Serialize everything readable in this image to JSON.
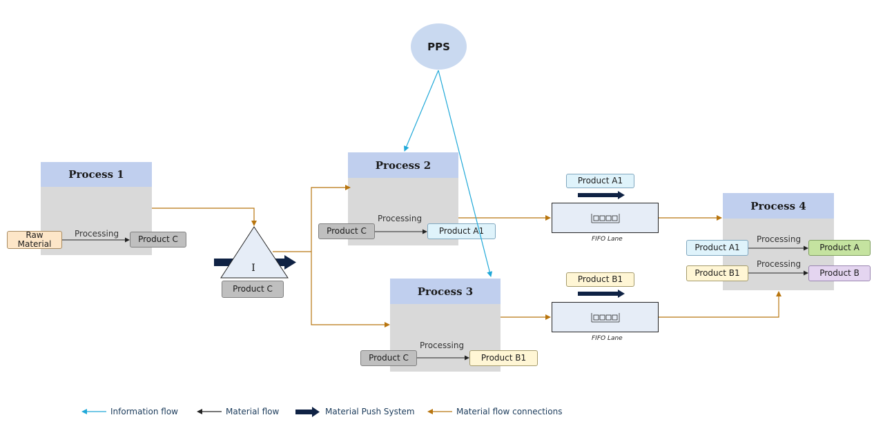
{
  "pps": {
    "label": "PPS"
  },
  "process1": {
    "title": "Process 1",
    "processing": "Processing",
    "input": "Raw Material",
    "output": "Product C"
  },
  "inventory": {
    "product": "Product C",
    "symbol": "I"
  },
  "process2": {
    "title": "Process 2",
    "processing": "Processing",
    "input": "Product C",
    "output": "Product A1"
  },
  "process3": {
    "title": "Process 3",
    "processing": "Processing",
    "input": "Product C",
    "output": "Product B1"
  },
  "fifo_a": {
    "product": "Product A1",
    "caption": "FIFO Lane"
  },
  "fifo_b": {
    "product": "Product B1",
    "caption": "FIFO Lane"
  },
  "process4": {
    "title": "Process 4",
    "row1": {
      "processing": "Processing",
      "input": "Product A1",
      "output": "Product A"
    },
    "row2": {
      "processing": "Processing",
      "input": "Product B1",
      "output": "Product B"
    }
  },
  "legend": {
    "info": "Information flow",
    "material": "Material flow",
    "push": "Material Push System",
    "connections": "Material flow connections"
  },
  "colors": {
    "info_flow": "#1fa8d8",
    "material_flow": "#222222",
    "push_arrow": "#0f2244",
    "connection_flow": "#b8750e",
    "process_header": "#c0cfee",
    "process_body": "#d9d9d9"
  }
}
